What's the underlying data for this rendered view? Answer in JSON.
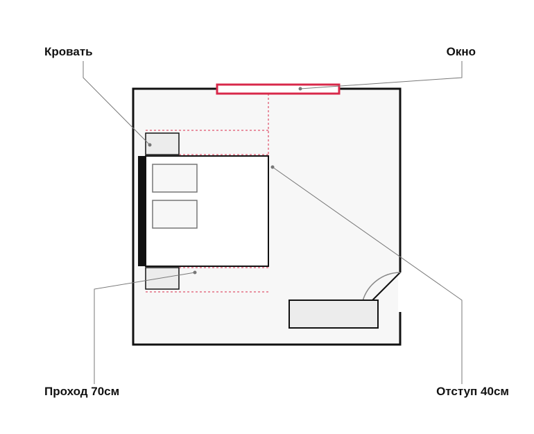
{
  "callouts": {
    "bed": "Кровать",
    "window": "Окно",
    "passage": "Проход 70см",
    "offset": "Отступ 40см"
  },
  "colors": {
    "wall": "#111111",
    "floor": "#f7f7f7",
    "window": "#d8284a",
    "guide": "#d8284a",
    "furniture_fill": "#ececec",
    "leader": "#777777"
  }
}
